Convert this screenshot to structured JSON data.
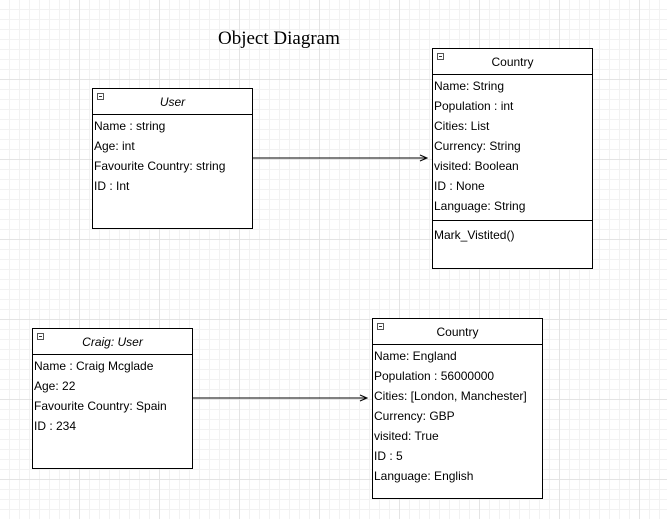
{
  "diagram": {
    "title": "Object Diagram",
    "classes": [
      {
        "name": "User",
        "attributes": [
          "Name : string",
          "Age: int",
          "Favourite Country: string",
          "ID : Int"
        ]
      },
      {
        "name": "Country",
        "attributes": [
          "Name: String",
          "Population : int",
          "Cities: List",
          "Currency: String",
          "visited:  Boolean",
          "ID : None",
          "Language: String"
        ],
        "methods": [
          "Mark_Vistited()"
        ]
      }
    ],
    "objects": [
      {
        "name": "Craig: User",
        "attributes": [
          "Name : Craig Mcglade",
          "Age: 22",
          "Favourite Country: Spain",
          "ID : 234"
        ]
      },
      {
        "name": "Country",
        "attributes": [
          "Name: England",
          "Population : 56000000",
          "Cities: [London, Manchester]",
          "Currency: GBP",
          "visited:  True",
          "ID : 5",
          "Language: English"
        ]
      }
    ]
  }
}
